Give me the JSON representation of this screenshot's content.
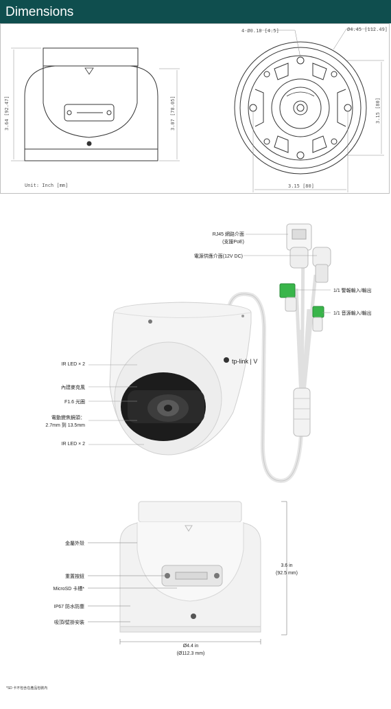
{
  "header": {
    "title": "Dimensions"
  },
  "drawing": {
    "side_height": "3.64 [92.47]",
    "mid_height": "3.07 [78.05]",
    "unit_note": "Unit: Inch [mm]",
    "hole_callout": "4-Ø0.18 [4.5]",
    "diameter_callout": "Ø4.45 [112.49]",
    "right_height": "3.15 [80]",
    "bottom_width": "3.15 [80]"
  },
  "ports": {
    "rj45": "RJ45 網路介面",
    "rj45_sub": "(支援PoE)",
    "power": "電源供應介面(12V DC)",
    "alarm": "1/1 警報輸入/輸出",
    "audio": "1/1 音源輸入/輸出"
  },
  "front": {
    "ir_top": "IR LED × 2",
    "mic": "內建麥克風",
    "aperture": "F1.6 光圈",
    "lens_line1": "電動變焦鏡頭：",
    "lens_line2": "2.7mm 到 13.5mm",
    "ir_bottom": "IR LED × 2",
    "brand": "tp-link | V"
  },
  "back": {
    "shell": "金屬外殼",
    "reset": "重置按鈕",
    "microsd": "MicroSD 卡槽*",
    "ip67": "IP67 防水防塵",
    "mount": "吸頂/壁掛安裝",
    "height": "3.6 in",
    "height_mm": "(92.5 mm)",
    "diameter": "Ø4.4 in",
    "diameter_mm": "(Ø112.3 mm)"
  },
  "footnote": "*SD 卡不包含在產品包裝內"
}
